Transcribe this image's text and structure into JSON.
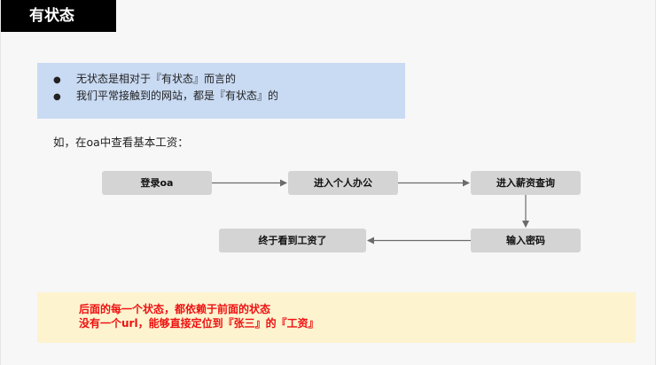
{
  "slide": {
    "title": "有状态"
  },
  "bullets": [
    "无状态是相对于『有状态』而言的",
    "我们平常接触到的网站，都是『有状态』的"
  ],
  "intro": "如，在oa中查看基本工资：",
  "flow": {
    "nodes": {
      "login": "登录oa",
      "office": "进入个人办公",
      "salary_query": "进入薪资查询",
      "password": "输入密码",
      "see_salary": "终于看到工资了"
    }
  },
  "note": {
    "lines": [
      "后面的每一个状态，都依赖于前面的状态",
      "没有一个url，能够直接定位到『张三』的『工资』"
    ]
  },
  "colors": {
    "title_bg": "#000000",
    "bullet_box_bg": "#c9daf3",
    "node_bg": "#d4d4d4",
    "arrow": "#6b6b6b",
    "note_bg": "#fdf3cf",
    "note_text": "#ee1111"
  }
}
